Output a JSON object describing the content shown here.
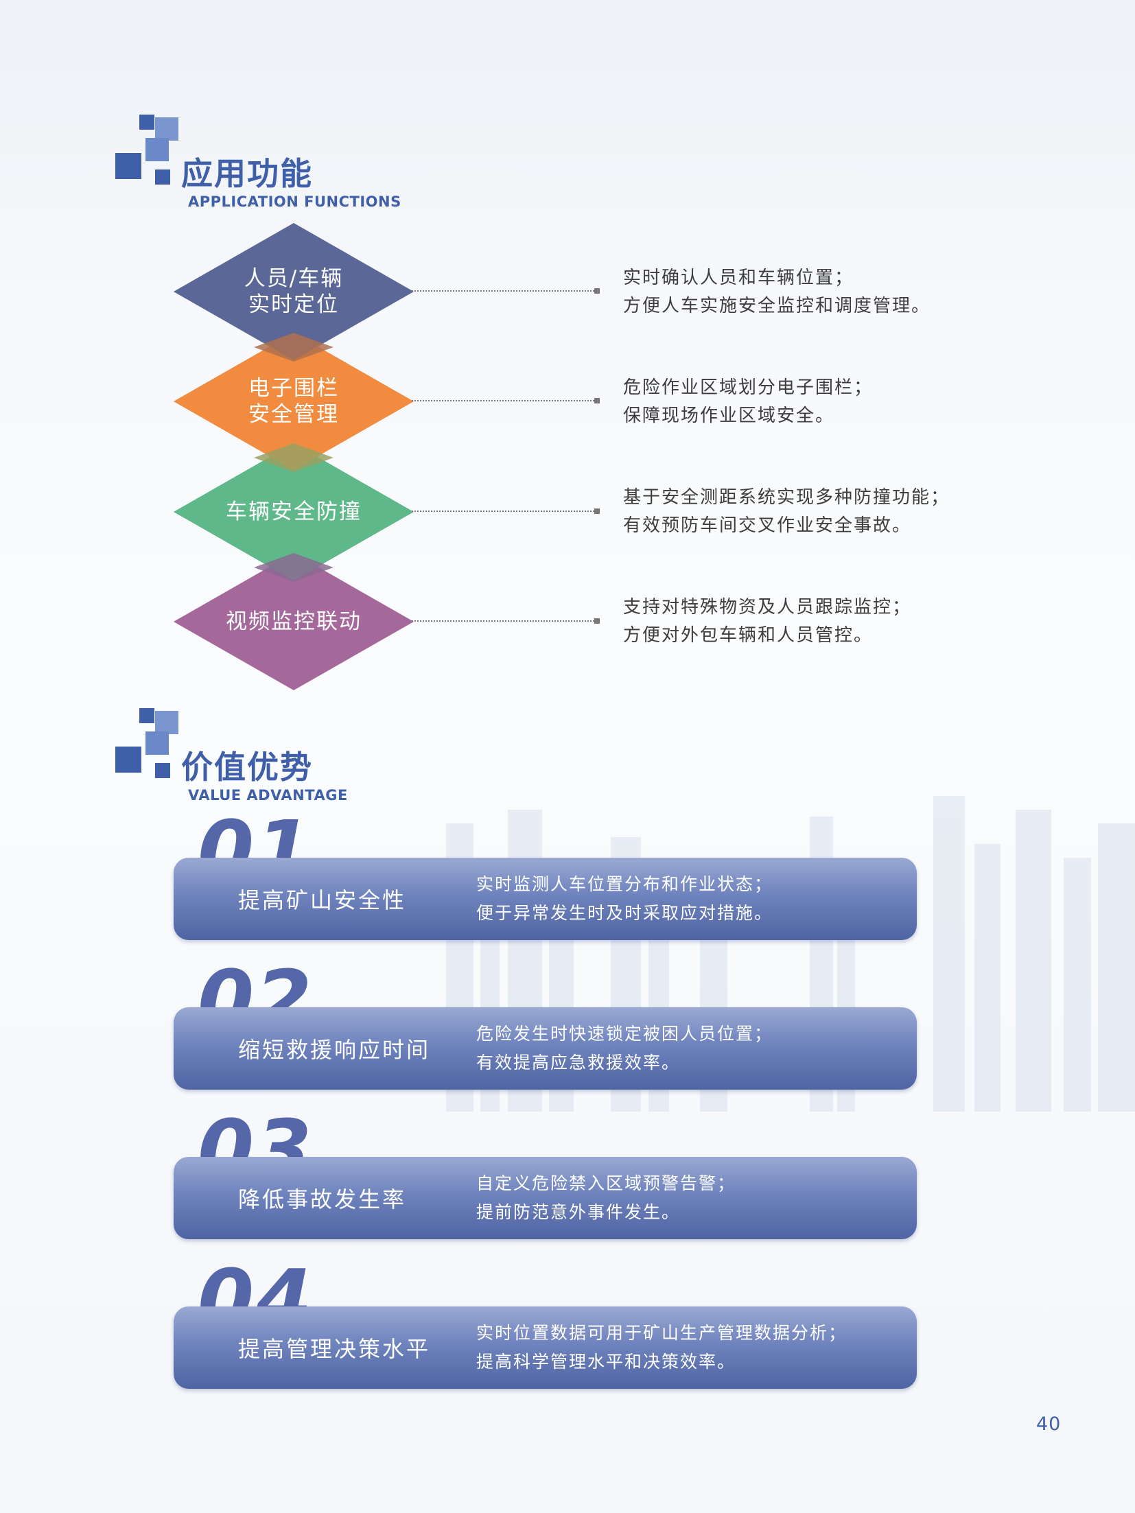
{
  "colors": {
    "brand": "#3f5fa8",
    "diamond_1": "#5b6797",
    "diamond_2": "#f08b3f",
    "diamond_3": "#5fb88a",
    "diamond_4": "#a5689b",
    "card": "#5f73b1"
  },
  "functions_section": {
    "title": "应用功能",
    "subtitle": "APPLICATION FUNCTIONS",
    "items": [
      {
        "label_lines": [
          "人员/车辆",
          "实时定位"
        ],
        "desc_lines": [
          "实时确认人员和车辆位置；",
          "方便人车实施安全监控和调度管理。"
        ]
      },
      {
        "label_lines": [
          "电子围栏",
          "安全管理"
        ],
        "desc_lines": [
          "危险作业区域划分电子围栏；",
          "保障现场作业区域安全。"
        ]
      },
      {
        "label_lines": [
          "车辆安全防撞"
        ],
        "desc_lines": [
          "基于安全测距系统实现多种防撞功能；",
          "有效预防车间交叉作业安全事故。"
        ]
      },
      {
        "label_lines": [
          "视频监控联动"
        ],
        "desc_lines": [
          "支持对特殊物资及人员跟踪监控；",
          "方便对外包车辆和人员管控。"
        ]
      }
    ]
  },
  "value_section": {
    "title": "价值优势",
    "subtitle": "VALUE ADVANTAGE",
    "items": [
      {
        "number": "01",
        "title": "提高矿山安全性",
        "desc_lines": [
          "实时监测人车位置分布和作业状态；",
          "便于异常发生时及时采取应对措施。"
        ]
      },
      {
        "number": "02",
        "title": "缩短救援响应时间",
        "desc_lines": [
          "危险发生时快速锁定被困人员位置；",
          "有效提高应急救援效率。"
        ]
      },
      {
        "number": "03",
        "title": "降低事故发生率",
        "desc_lines": [
          "自定义危险禁入区域预警告警；",
          "提前防范意外事件发生。"
        ]
      },
      {
        "number": "04",
        "title": "提高管理决策水平",
        "desc_lines": [
          "实时位置数据可用于矿山生产管理数据分析；",
          "提高科学管理水平和决策效率。"
        ]
      }
    ]
  },
  "page_number": "40"
}
